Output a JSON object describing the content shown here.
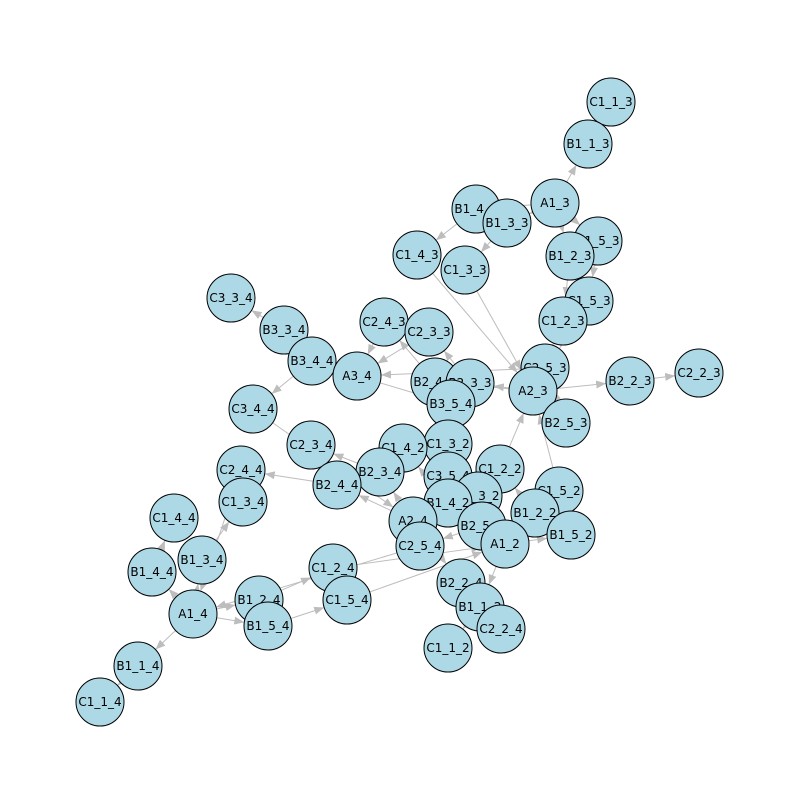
{
  "colors": {
    "node_fill": "#add8e6",
    "node_stroke": "#000000",
    "edge": "#bdbdbd"
  },
  "nodes": [
    {
      "id": "C1_1_3"
    },
    {
      "id": "B1_1_3"
    },
    {
      "id": "A1_3"
    },
    {
      "id": "B1_4_3"
    },
    {
      "id": "B1_3_3"
    },
    {
      "id": "B1_5_3"
    },
    {
      "id": "B1_2_3"
    },
    {
      "id": "C1_4_3"
    },
    {
      "id": "C1_3_3"
    },
    {
      "id": "C1_5_3"
    },
    {
      "id": "C3_3_4"
    },
    {
      "id": "C1_2_3"
    },
    {
      "id": "B3_3_4"
    },
    {
      "id": "C2_4_3"
    },
    {
      "id": "C2_3_3"
    },
    {
      "id": "B3_4_4"
    },
    {
      "id": "A3_4"
    },
    {
      "id": "C2_5_3"
    },
    {
      "id": "B2_4_3"
    },
    {
      "id": "B2_3_3"
    },
    {
      "id": "A2_3"
    },
    {
      "id": "B2_2_3"
    },
    {
      "id": "C2_2_3"
    },
    {
      "id": "B3_5_4"
    },
    {
      "id": "C3_4_4"
    },
    {
      "id": "B2_5_3"
    },
    {
      "id": "C2_3_4"
    },
    {
      "id": "C1_3_2"
    },
    {
      "id": "C1_4_2"
    },
    {
      "id": "C2_4_4"
    },
    {
      "id": "B2_3_4"
    },
    {
      "id": "C1_2_2"
    },
    {
      "id": "B2_4_4"
    },
    {
      "id": "C3_5_4"
    },
    {
      "id": "B1_3_2"
    },
    {
      "id": "C1_5_2"
    },
    {
      "id": "C1_3_4"
    },
    {
      "id": "B1_4_2"
    },
    {
      "id": "C1_4_4"
    },
    {
      "id": "B1_2_2"
    },
    {
      "id": "A2_4"
    },
    {
      "id": "B2_5_4"
    },
    {
      "id": "B1_5_2"
    },
    {
      "id": "C2_5_4"
    },
    {
      "id": "A1_2"
    },
    {
      "id": "B1_3_4"
    },
    {
      "id": "B1_4_4"
    },
    {
      "id": "C1_2_4"
    },
    {
      "id": "B2_2_4"
    },
    {
      "id": "A1_4"
    },
    {
      "id": "B1_2_4"
    },
    {
      "id": "C1_5_4"
    },
    {
      "id": "B1_1_2"
    },
    {
      "id": "B1_5_4"
    },
    {
      "id": "C2_2_4"
    },
    {
      "id": "C1_1_2"
    },
    {
      "id": "B1_1_4"
    },
    {
      "id": "C1_1_4"
    }
  ],
  "edges": [
    [
      "B1_1_3",
      "C1_1_3"
    ],
    [
      "A1_3",
      "B1_1_3"
    ],
    [
      "A1_3",
      "B1_2_3"
    ],
    [
      "A1_3",
      "B1_3_3"
    ],
    [
      "A1_3",
      "B1_4_3"
    ],
    [
      "A1_3",
      "B1_5_3"
    ],
    [
      "B1_4_3",
      "C1_4_3"
    ],
    [
      "B1_3_3",
      "C1_3_3"
    ],
    [
      "B1_2_3",
      "C1_2_3"
    ],
    [
      "B1_5_3",
      "C1_5_3"
    ],
    [
      "C1_2_3",
      "A2_3"
    ],
    [
      "C1_4_3",
      "A2_3"
    ],
    [
      "C1_3_3",
      "A2_3"
    ],
    [
      "C1_5_3",
      "A2_3"
    ],
    [
      "A2_3",
      "B2_2_3"
    ],
    [
      "A2_3",
      "B2_4_3"
    ],
    [
      "A2_3",
      "B2_3_3"
    ],
    [
      "A2_3",
      "B2_5_3"
    ],
    [
      "B2_2_3",
      "C2_2_3"
    ],
    [
      "B2_4_3",
      "C2_4_3"
    ],
    [
      "B2_3_3",
      "C2_3_3"
    ],
    [
      "B2_5_3",
      "C2_5_3"
    ],
    [
      "C2_4_3",
      "A3_4"
    ],
    [
      "C2_3_3",
      "A3_4"
    ],
    [
      "C2_5_3",
      "A3_4"
    ],
    [
      "A3_4",
      "B3_3_4"
    ],
    [
      "A3_4",
      "B3_4_4"
    ],
    [
      "A3_4",
      "B3_5_4"
    ],
    [
      "B3_3_4",
      "C3_3_4"
    ],
    [
      "B3_4_4",
      "C3_4_4"
    ],
    [
      "B3_5_4",
      "C3_5_4"
    ],
    [
      "C3_5_4",
      "A2_4"
    ],
    [
      "C3_4_4",
      "A2_4"
    ],
    [
      "A2_4",
      "B2_2_4"
    ],
    [
      "A2_4",
      "B2_3_4"
    ],
    [
      "A2_4",
      "B2_4_4"
    ],
    [
      "A2_4",
      "B2_5_4"
    ],
    [
      "B2_2_4",
      "C2_2_4"
    ],
    [
      "B2_3_4",
      "C2_3_4"
    ],
    [
      "B2_4_4",
      "C2_4_4"
    ],
    [
      "B2_5_4",
      "C2_5_4"
    ],
    [
      "C2_4_4",
      "A1_4"
    ],
    [
      "C2_5_4",
      "A1_4"
    ],
    [
      "A1_4",
      "B1_1_4"
    ],
    [
      "A1_4",
      "B1_2_4"
    ],
    [
      "A1_4",
      "B1_3_4"
    ],
    [
      "A1_4",
      "B1_4_4"
    ],
    [
      "A1_4",
      "B1_5_4"
    ],
    [
      "B1_1_4",
      "C1_1_4"
    ],
    [
      "B1_2_4",
      "C1_2_4"
    ],
    [
      "B1_3_4",
      "C1_3_4"
    ],
    [
      "B1_4_4",
      "C1_4_4"
    ],
    [
      "B1_5_4",
      "C1_5_4"
    ],
    [
      "C1_2_4",
      "A1_2"
    ],
    [
      "C1_5_4",
      "A1_2"
    ],
    [
      "A1_2",
      "B1_1_2"
    ],
    [
      "A1_2",
      "B1_2_2"
    ],
    [
      "A1_2",
      "B1_3_2"
    ],
    [
      "A1_2",
      "B1_4_2"
    ],
    [
      "A1_2",
      "B1_5_2"
    ],
    [
      "B1_1_2",
      "C1_1_2"
    ],
    [
      "B1_2_2",
      "C1_2_2"
    ],
    [
      "B1_3_2",
      "C1_3_2"
    ],
    [
      "B1_4_2",
      "C1_4_2"
    ],
    [
      "B1_5_2",
      "C1_5_2"
    ],
    [
      "C1_2_2",
      "A2_3"
    ],
    [
      "C1_5_2",
      "A2_3"
    ]
  ]
}
